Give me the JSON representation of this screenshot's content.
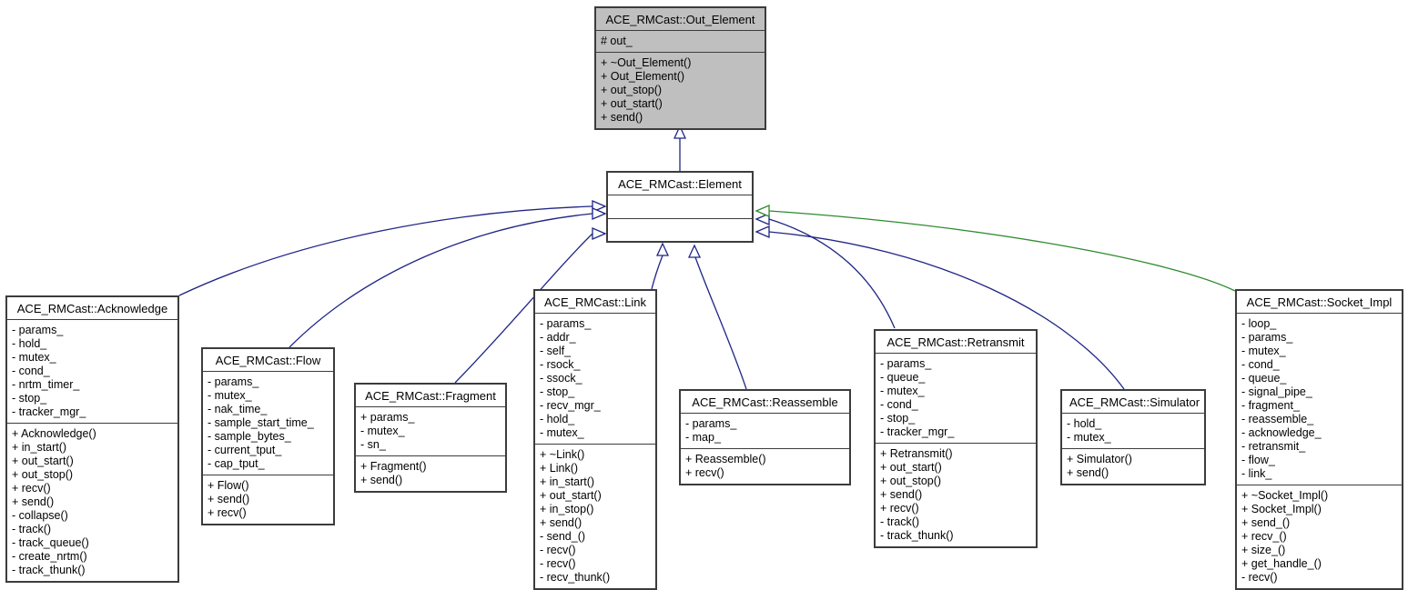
{
  "diagram_type": "uml-class-inheritance-graph",
  "colors": {
    "inheritance_edge": "#1f2585",
    "protected_inheritance_edge": "#2e8b2e",
    "highlight_node_fill": "#bfbfbf",
    "node_fill": "#ffffff",
    "node_border": "#3c3c3c",
    "arrowhead_fill": "#ffffff"
  },
  "classes": {
    "out_element": {
      "title": "ACE_RMCast::Out_Element",
      "attributes": [
        "# out_"
      ],
      "methods": [
        "+ ~Out_Element()",
        "+ Out_Element()",
        "+ out_stop()",
        "+ out_start()",
        "+ send()"
      ]
    },
    "element": {
      "title": "ACE_RMCast::Element",
      "attributes": [],
      "methods": []
    },
    "acknowledge": {
      "title": "ACE_RMCast::Acknowledge",
      "attributes": [
        "- params_",
        "- hold_",
        "- mutex_",
        "- cond_",
        "- nrtm_timer_",
        "- stop_",
        "- tracker_mgr_"
      ],
      "methods": [
        "+ Acknowledge()",
        "+ in_start()",
        "+ out_start()",
        "+ out_stop()",
        "+ recv()",
        "+ send()",
        "- collapse()",
        "- track()",
        "- track_queue()",
        "- create_nrtm()",
        "- track_thunk()"
      ]
    },
    "flow": {
      "title": "ACE_RMCast::Flow",
      "attributes": [
        "- params_",
        "- mutex_",
        "- nak_time_",
        "- sample_start_time_",
        "- sample_bytes_",
        "- current_tput_",
        "- cap_tput_"
      ],
      "methods": [
        "+ Flow()",
        "+ send()",
        "+ recv()"
      ]
    },
    "fragment": {
      "title": "ACE_RMCast::Fragment",
      "attributes": [
        "+ params_",
        "- mutex_",
        "- sn_"
      ],
      "methods": [
        "+ Fragment()",
        "+ send()"
      ]
    },
    "link": {
      "title": "ACE_RMCast::Link",
      "attributes": [
        "- params_",
        "- addr_",
        "- self_",
        "- rsock_",
        "- ssock_",
        "- stop_",
        "- recv_mgr_",
        "- hold_",
        "- mutex_"
      ],
      "methods": [
        "+ ~Link()",
        "+ Link()",
        "+ in_start()",
        "+ out_start()",
        "+ in_stop()",
        "+ send()",
        "- send_()",
        "- recv()",
        "- recv()",
        "- recv_thunk()"
      ]
    },
    "reassemble": {
      "title": "ACE_RMCast::Reassemble",
      "attributes": [
        "- params_",
        "- map_"
      ],
      "methods": [
        "+ Reassemble()",
        "+ recv()"
      ]
    },
    "retransmit": {
      "title": "ACE_RMCast::Retransmit",
      "attributes": [
        "- params_",
        "- queue_",
        "- mutex_",
        "- cond_",
        "- stop_",
        "- tracker_mgr_"
      ],
      "methods": [
        "+ Retransmit()",
        "+ out_start()",
        "+ out_stop()",
        "+ send()",
        "+ recv()",
        "- track()",
        "- track_thunk()"
      ]
    },
    "simulator": {
      "title": "ACE_RMCast::Simulator",
      "attributes": [
        "- hold_",
        "- mutex_"
      ],
      "methods": [
        "+ Simulator()",
        "+ send()"
      ]
    },
    "socket_impl": {
      "title": "ACE_RMCast::Socket_Impl",
      "attributes": [
        "- loop_",
        "- params_",
        "- mutex_",
        "- cond_",
        "- queue_",
        "- signal_pipe_",
        "- fragment_",
        "- reassemble_",
        "- acknowledge_",
        "- retransmit_",
        "- flow_",
        "- link_"
      ],
      "methods": [
        "+ ~Socket_Impl()",
        "+ Socket_Impl()",
        "+ send_()",
        "+ recv_()",
        "+ size_()",
        "+ get_handle_()",
        "- recv()"
      ]
    }
  }
}
